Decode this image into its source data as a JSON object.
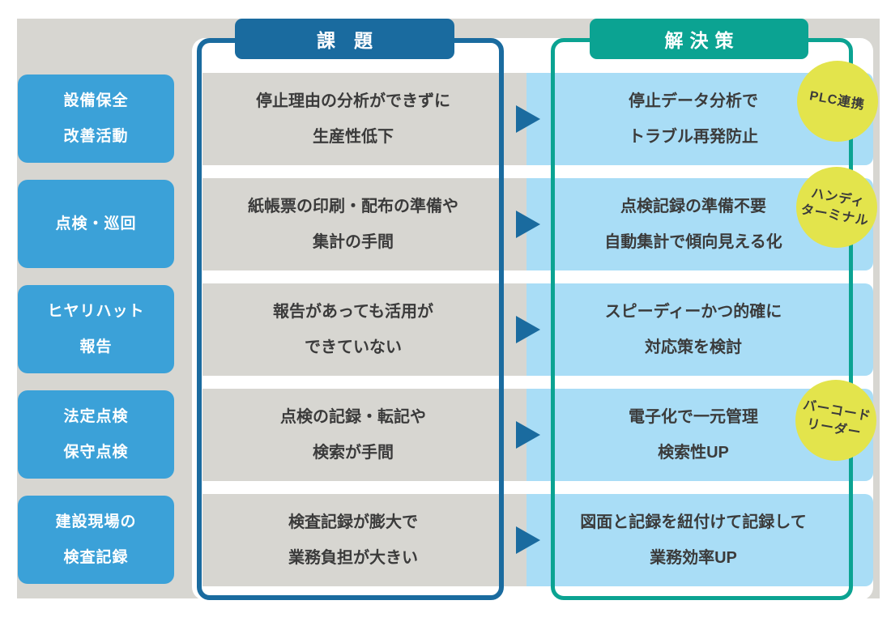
{
  "diagram": {
    "headers": {
      "challenge": "課題",
      "solution": "解決策"
    },
    "rows": [
      {
        "category": "設備保全\n改善活動",
        "problem": "停止理由の分析ができずに\n生産性低下",
        "solution": "停止データ分析で\nトラブル再発防止",
        "badge": "PLC連携"
      },
      {
        "category": "点検・巡回",
        "problem": "紙帳票の印刷・配布の準備や\n集計の手間",
        "solution": "点検記録の準備不要\n自動集計で傾向見える化",
        "badge": "ハンディ\nターミナル"
      },
      {
        "category": "ヒヤリハット\n報告",
        "problem": "報告があっても活用が\nできていない",
        "solution": "スピーディーかつ的確に\n対応策を検討",
        "badge": ""
      },
      {
        "category": "法定点検\n保守点検",
        "problem": "点検の記録・転記や\n検索が手間",
        "solution": "電子化で一元管理\n検索性UP",
        "badge": "バーコード\nリーダー"
      },
      {
        "category": "建設現場の\n検査記録",
        "problem": "検査記録が膨大で\n業務負担が大きい",
        "solution": "図面と記録を紐付けて記録して\n業務効率UP",
        "badge": ""
      }
    ],
    "icons": {
      "arrow": "arrow-right-icon"
    },
    "colors": {
      "category_blue": "#3ba1d8",
      "challenge_navy": "#1a6b9f",
      "solution_teal": "#0ba392",
      "solution_light_blue": "#a9ddf6",
      "band_gray": "#d7d6d1",
      "badge_yellow": "#e3e44c",
      "text_dark": "#3b3b3b"
    }
  }
}
